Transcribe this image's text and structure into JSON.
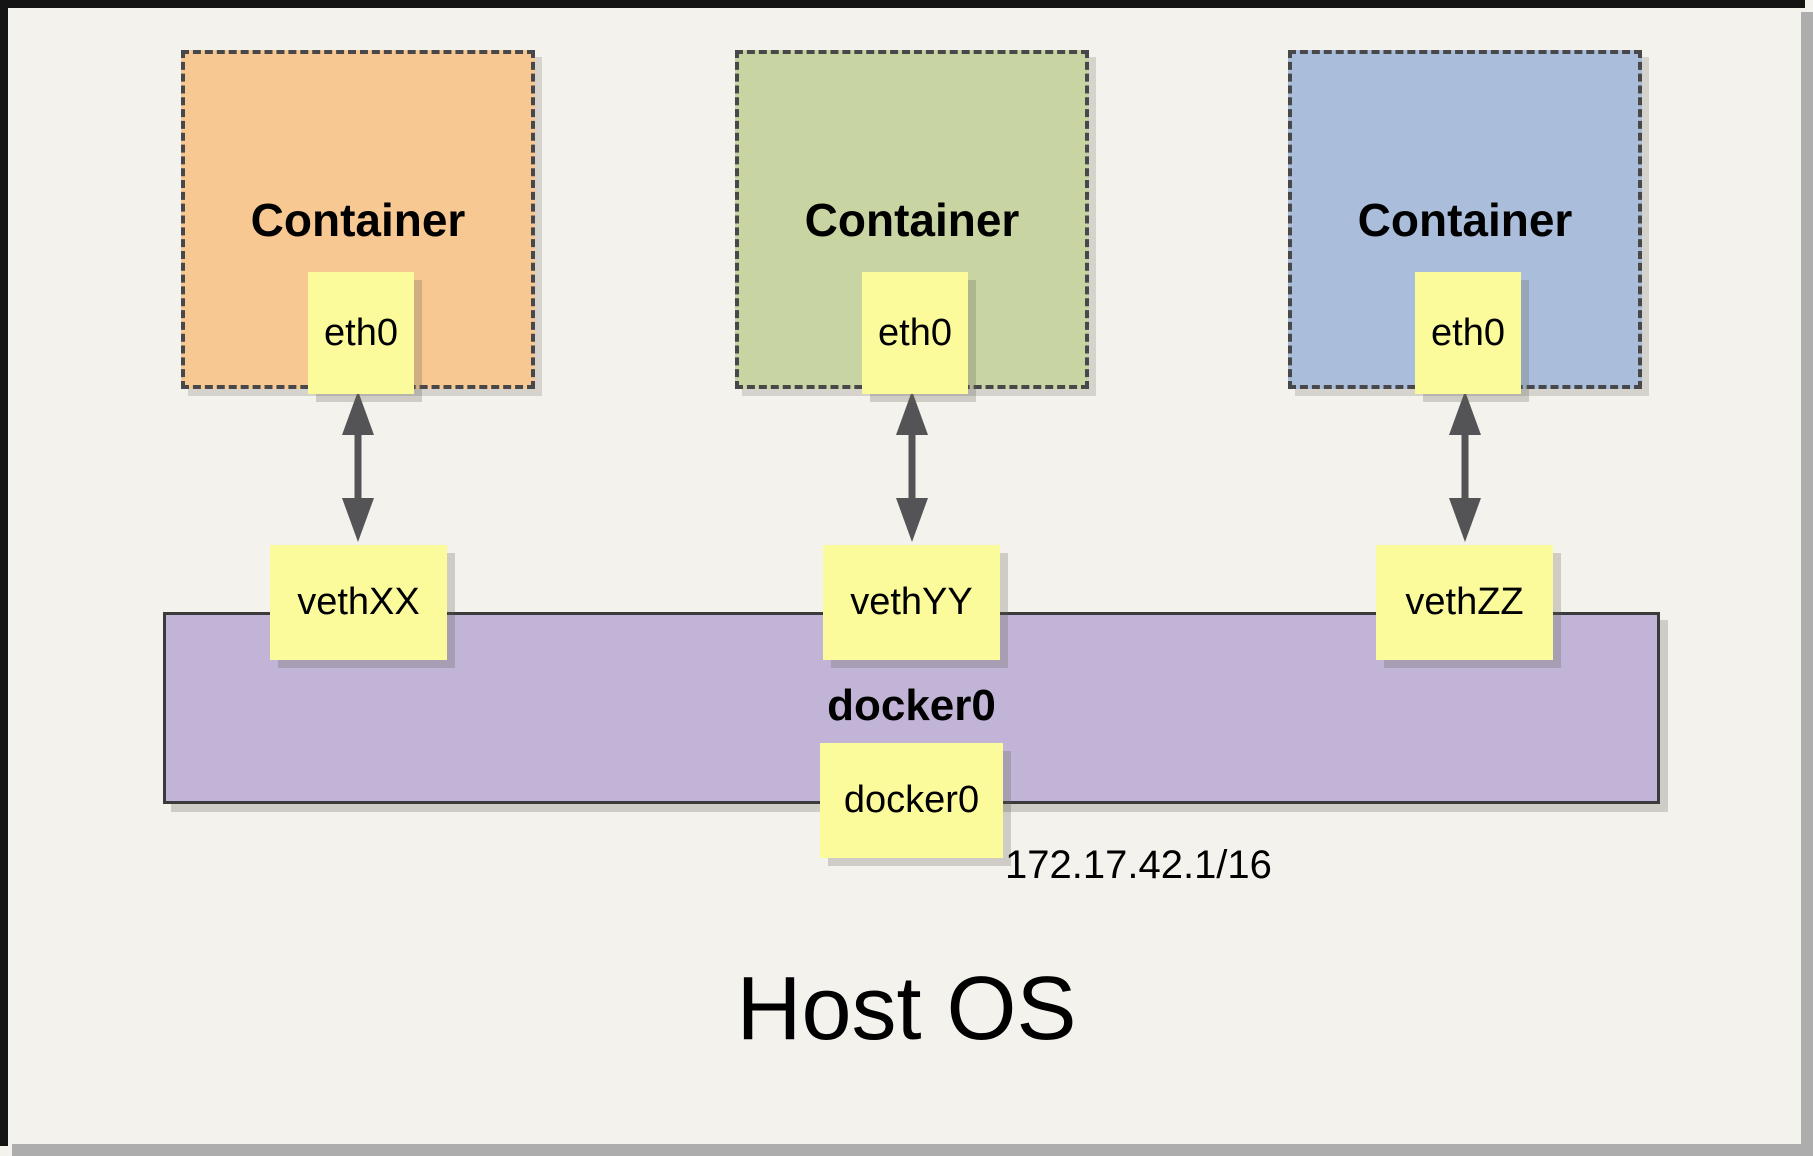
{
  "containers": [
    {
      "name": "Container",
      "eth": "eth0",
      "veth": "vethXX",
      "fill": "#F8C893"
    },
    {
      "name": "Container",
      "eth": "eth0",
      "veth": "vethYY",
      "fill": "#C8D5A2"
    },
    {
      "name": "Container",
      "eth": "eth0",
      "veth": "vethZZ",
      "fill": "#AABEDC"
    }
  ],
  "bridge": {
    "title": "docker0",
    "interface": "docker0",
    "ip": "172.17.42.1/16",
    "fill": "#C1B4D6"
  },
  "host": {
    "title": "Host OS"
  },
  "colors": {
    "background": "#F4F2EC",
    "note_yellow": "#FBFB9C",
    "arrow": "#545457",
    "dashed_border": "#48484A"
  }
}
